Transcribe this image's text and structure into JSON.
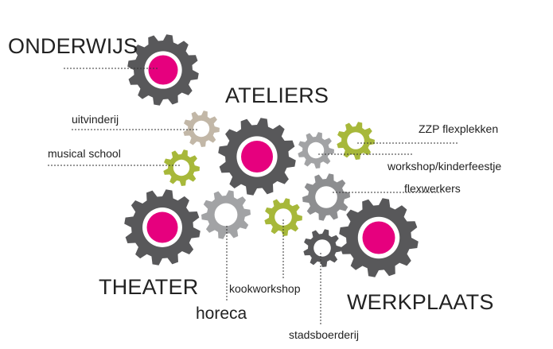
{
  "colors": {
    "dark_gear": "#58585a",
    "light_gray_gear": "#a2a3a5",
    "mid_gray_gear": "#8d8e90",
    "beige_gear": "#c2b7a7",
    "olive_gear": "#a7b83a",
    "magenta": "#e6007e",
    "line": "#333333"
  },
  "labels": {
    "onderwijs": "ONDERWIJS",
    "ateliers": "ATELIERS",
    "uitvinderij": "uitvinderij",
    "musical_school": "musical school",
    "zzp_flexplekken": "ZZP flexplekken",
    "workshop_kinderfeestje": "workshop/kinderfeestje",
    "flexwerkers": "flexwerkers",
    "theater": "THEATER",
    "kookworkshop": "kookworkshop",
    "horeca": "horeca",
    "werkplaats": "WERKPLAATS",
    "stadsboerderij": "stadsboerderij"
  },
  "gears": [
    {
      "id": "onderwijs",
      "kind": "main",
      "color_key": "dark_gear"
    },
    {
      "id": "ateliers",
      "kind": "main",
      "color_key": "dark_gear"
    },
    {
      "id": "theater",
      "kind": "main",
      "color_key": "dark_gear"
    },
    {
      "id": "werkplaats",
      "kind": "main",
      "color_key": "dark_gear"
    },
    {
      "id": "uitvinderij",
      "kind": "ring",
      "color_key": "beige_gear"
    },
    {
      "id": "musical_school",
      "kind": "ring",
      "color_key": "olive_gear"
    },
    {
      "id": "zzp_flexplekken",
      "kind": "ring",
      "color_key": "olive_gear"
    },
    {
      "id": "workshop_kinderfeestje",
      "kind": "ring",
      "color_key": "light_gray_gear"
    },
    {
      "id": "flexwerkers",
      "kind": "ring",
      "color_key": "mid_gray_gear"
    },
    {
      "id": "horeca",
      "kind": "ring",
      "color_key": "light_gray_gear"
    },
    {
      "id": "kookworkshop",
      "kind": "ring",
      "color_key": "olive_gear"
    },
    {
      "id": "stadsboerderij",
      "kind": "ring",
      "color_key": "dark_gear"
    }
  ]
}
